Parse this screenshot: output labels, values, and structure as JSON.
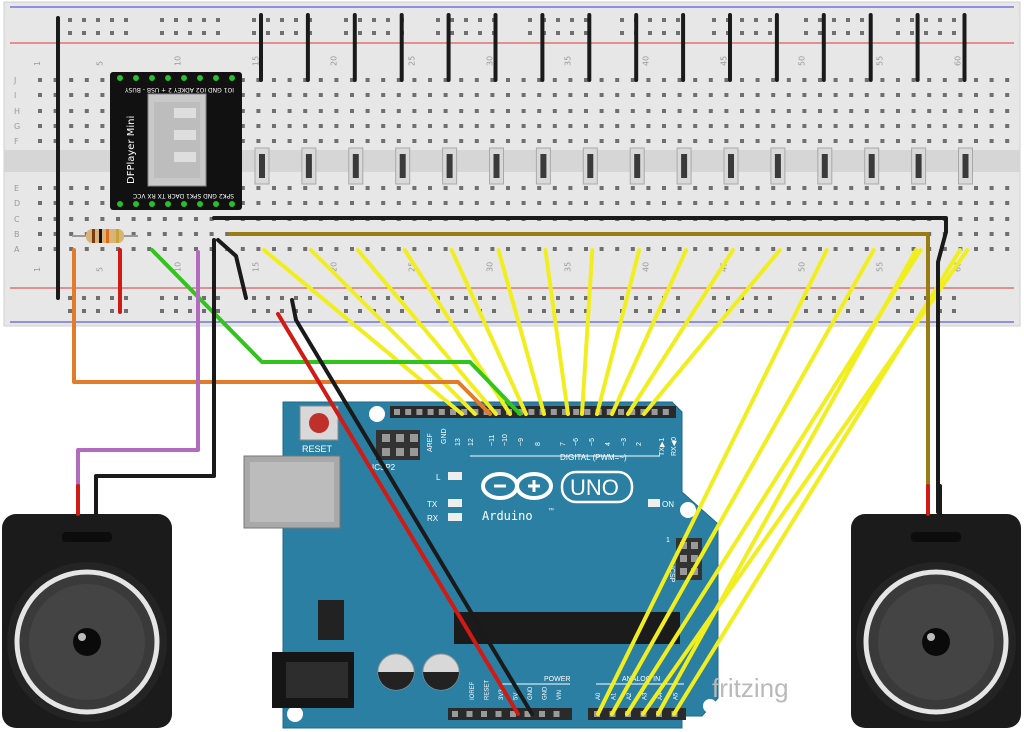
{
  "breadboard": {
    "col_numbers": [
      "1",
      "5",
      "10",
      "15",
      "20",
      "25",
      "30",
      "35",
      "40",
      "45",
      "50",
      "55",
      "60"
    ],
    "row_letters_top": [
      "J",
      "I",
      "H",
      "G",
      "F"
    ],
    "row_letters_bottom": [
      "E",
      "D",
      "C",
      "B",
      "A"
    ]
  },
  "dfplayer": {
    "title": "DFPlayer Mini",
    "pins_top": "IO1 GND IO2 ADKEY 2 + USB - BUSY",
    "pins_bottom": "SPK2 GND SPK1 DACR TX RX VCC"
  },
  "arduino": {
    "reset_label": "RESET",
    "icsp_label": "ICSP2",
    "digital_label": "DIGITAL (PWM=~)",
    "uno_label": "UNO",
    "brand": "Arduino",
    "tm": "™",
    "led_l": "L",
    "led_tx": "TX",
    "led_rx": "RX",
    "on_label": "ON",
    "icsp_side": "ICSP",
    "icsp_one": "1",
    "tx_pin": "TX▶1",
    "rx_pin": "RX◀0",
    "aref": "AREF",
    "gnd": "GND",
    "power_label": "POWER",
    "analog_label": "ANALOG IN",
    "digital_pins": [
      "13",
      "12",
      "~11",
      "~10",
      "~9",
      "8",
      "7",
      "~6",
      "~5",
      "4",
      "~3",
      "2"
    ],
    "power_pins": [
      "IOREF",
      "RESET",
      "3V3",
      "5V",
      "GND",
      "GND",
      "VIN"
    ],
    "analog_pins": [
      "A0",
      "A1",
      "A2",
      "A3",
      "A4",
      "A5"
    ]
  },
  "watermark": "fritzing",
  "colors": {
    "board": "#2b7fa3",
    "wire_yellow": "#f1ee1f",
    "wire_black": "#1a1a1a",
    "wire_red": "#d11a14",
    "wire_green": "#31c41d",
    "wire_orange": "#e07c2a",
    "wire_purple": "#b26bbf",
    "wire_olive": "#9a7d12"
  }
}
